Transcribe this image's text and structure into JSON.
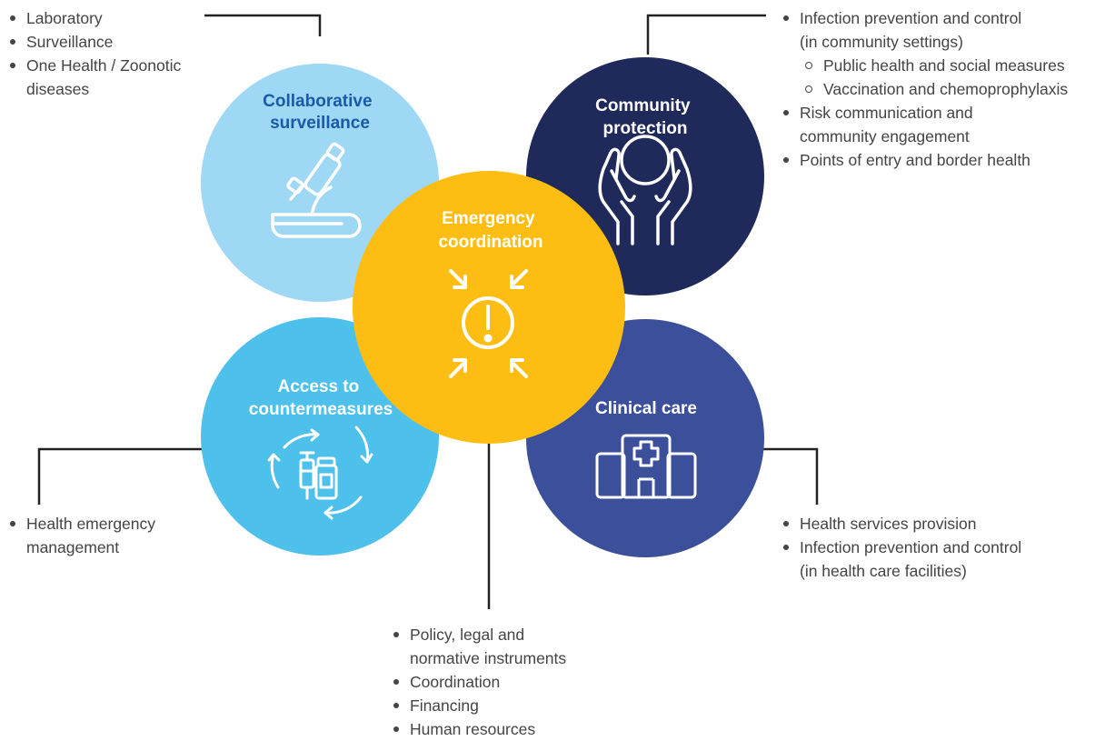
{
  "circles": {
    "surveillance": {
      "title_line1": "Collaborative",
      "title_line2": "surveillance",
      "icon": "microscope-icon"
    },
    "community": {
      "title_line1": "Community",
      "title_line2": "protection",
      "icon": "hands-person-icon"
    },
    "coordination": {
      "title_line1": "Emergency",
      "title_line2": "coordination",
      "icon": "alert-arrows-icon"
    },
    "countermeasures": {
      "title_line1": "Access to",
      "title_line2": "countermeasures",
      "icon": "medicine-cycle-icon"
    },
    "clinical": {
      "title_line1": "Clinical care",
      "icon": "hospital-icon"
    }
  },
  "lists": {
    "surveillance": [
      "Laboratory",
      "Surveillance",
      "One Health / Zoonotic",
      "diseases"
    ],
    "community": [
      "Infection prevention and control",
      "(in community settings)",
      "Public health and social measures",
      "Vaccination and chemoprophylaxis",
      "Risk communication and",
      "community engagement",
      "Points of entry and border health"
    ],
    "countermeasures": [
      "Health emergency",
      "management"
    ],
    "clinical": [
      "Health services provision",
      "Infection prevention and control",
      "(in health care facilities)"
    ],
    "coordination": [
      "Policy, legal and",
      "normative instruments",
      "Coordination",
      "Financing",
      "Human resources"
    ]
  },
  "colors": {
    "surveillance": "#9fd8f4",
    "community": "#1f2a5a",
    "coordination": "#fdbd12",
    "countermeasures": "#4dc0eb",
    "clinical": "#3b4f9b",
    "surveillance_title": "#1a5aa6"
  }
}
